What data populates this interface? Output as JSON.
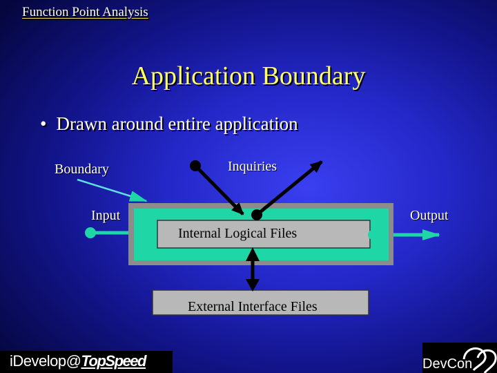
{
  "header": {
    "title": "Function Point Analysis"
  },
  "slide": {
    "title": "Application Boundary",
    "bullet": "Drawn around entire application"
  },
  "diagram": {
    "labels": {
      "boundary": "Boundary",
      "inquiries": "Inquiries",
      "input": "Input",
      "output": "Output"
    },
    "boxes": {
      "internal": "Internal Logical Files",
      "external": "External Interface Files"
    },
    "colors": {
      "boundary_fill": "#1fd6a6",
      "boundary_frame": "#8c8c8c",
      "box_fill": "#b8b8b8",
      "arrow_black": "#000000",
      "arrow_teal": "#1fd6a6",
      "title": "#ffff66"
    }
  },
  "footer": {
    "left_prefix": "iDevelop@",
    "left_brand": "TopSpeed",
    "right": "DevCon"
  }
}
